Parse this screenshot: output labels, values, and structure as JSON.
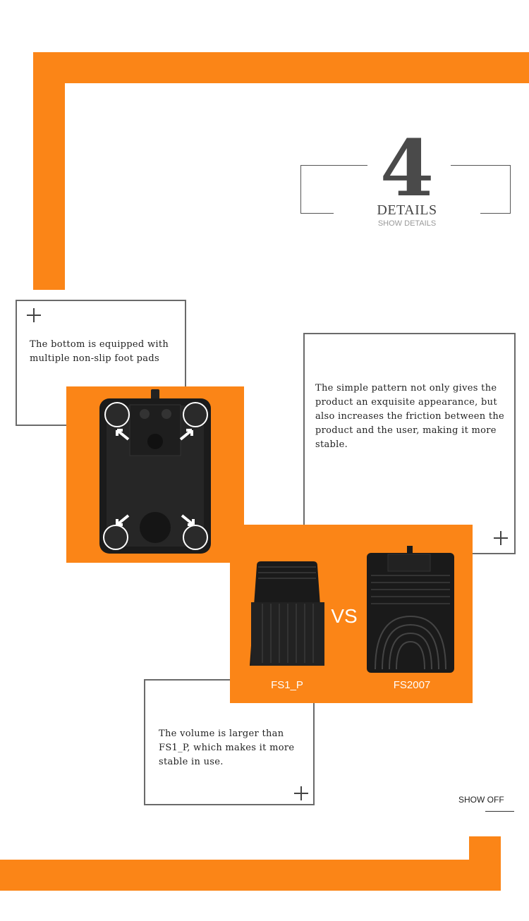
{
  "header": {
    "number": "4",
    "title": "DETAILS",
    "subtitle": "SHOW DETAILS"
  },
  "card1": {
    "text": "The bottom is equipped with multiple non-slip foot pads"
  },
  "card2": {
    "text": "The simple pattern not only gives the product an exquisite appearance, but also increases the friction between the product and the user, making it more stable."
  },
  "card3": {
    "text": "The volume is larger than FS1_P, which makes it more stable in use."
  },
  "comparison": {
    "left_label": "FS1_P",
    "vs_label": "VS",
    "right_label": "FS2007"
  },
  "footer": {
    "show_off": "SHOW OFF"
  },
  "colors": {
    "accent": "#fb8517",
    "border": "#6a6a6a"
  }
}
